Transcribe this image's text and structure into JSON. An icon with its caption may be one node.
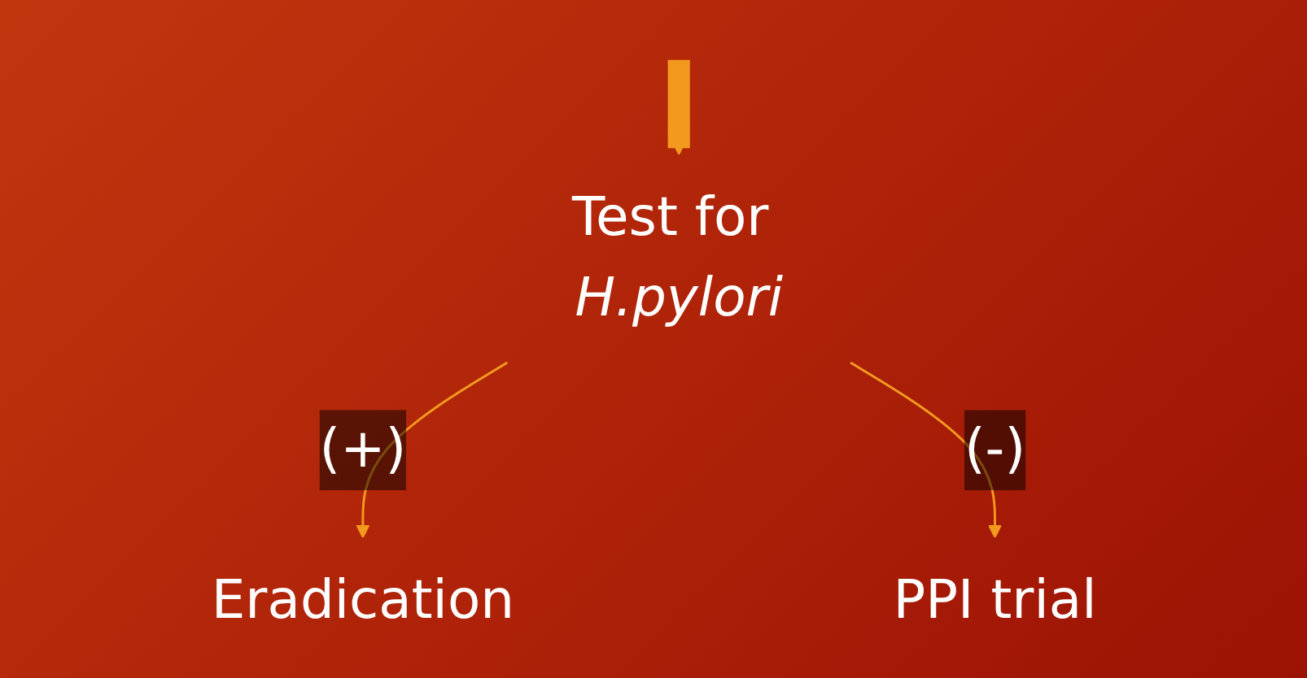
{
  "diagram": {
    "nodes": [
      {
        "text": [
          "Test for *H.pylori*"
        ]
      },
      {
        "text": [
          "Eradication"
        ]
      },
      {
        "text": [
          "PPI trial"
        ]
      }
    ],
    "edges": [
      {
        "from": null,
        "to": 0,
        "arrow": "to",
        "style": "thick"
      },
      {
        "from": 0,
        "to": 1,
        "arrow": "to",
        "label": "(+)"
      },
      {
        "from": 0,
        "to": 2,
        "arrow": "to",
        "label": "(-)"
      }
    ]
  }
}
